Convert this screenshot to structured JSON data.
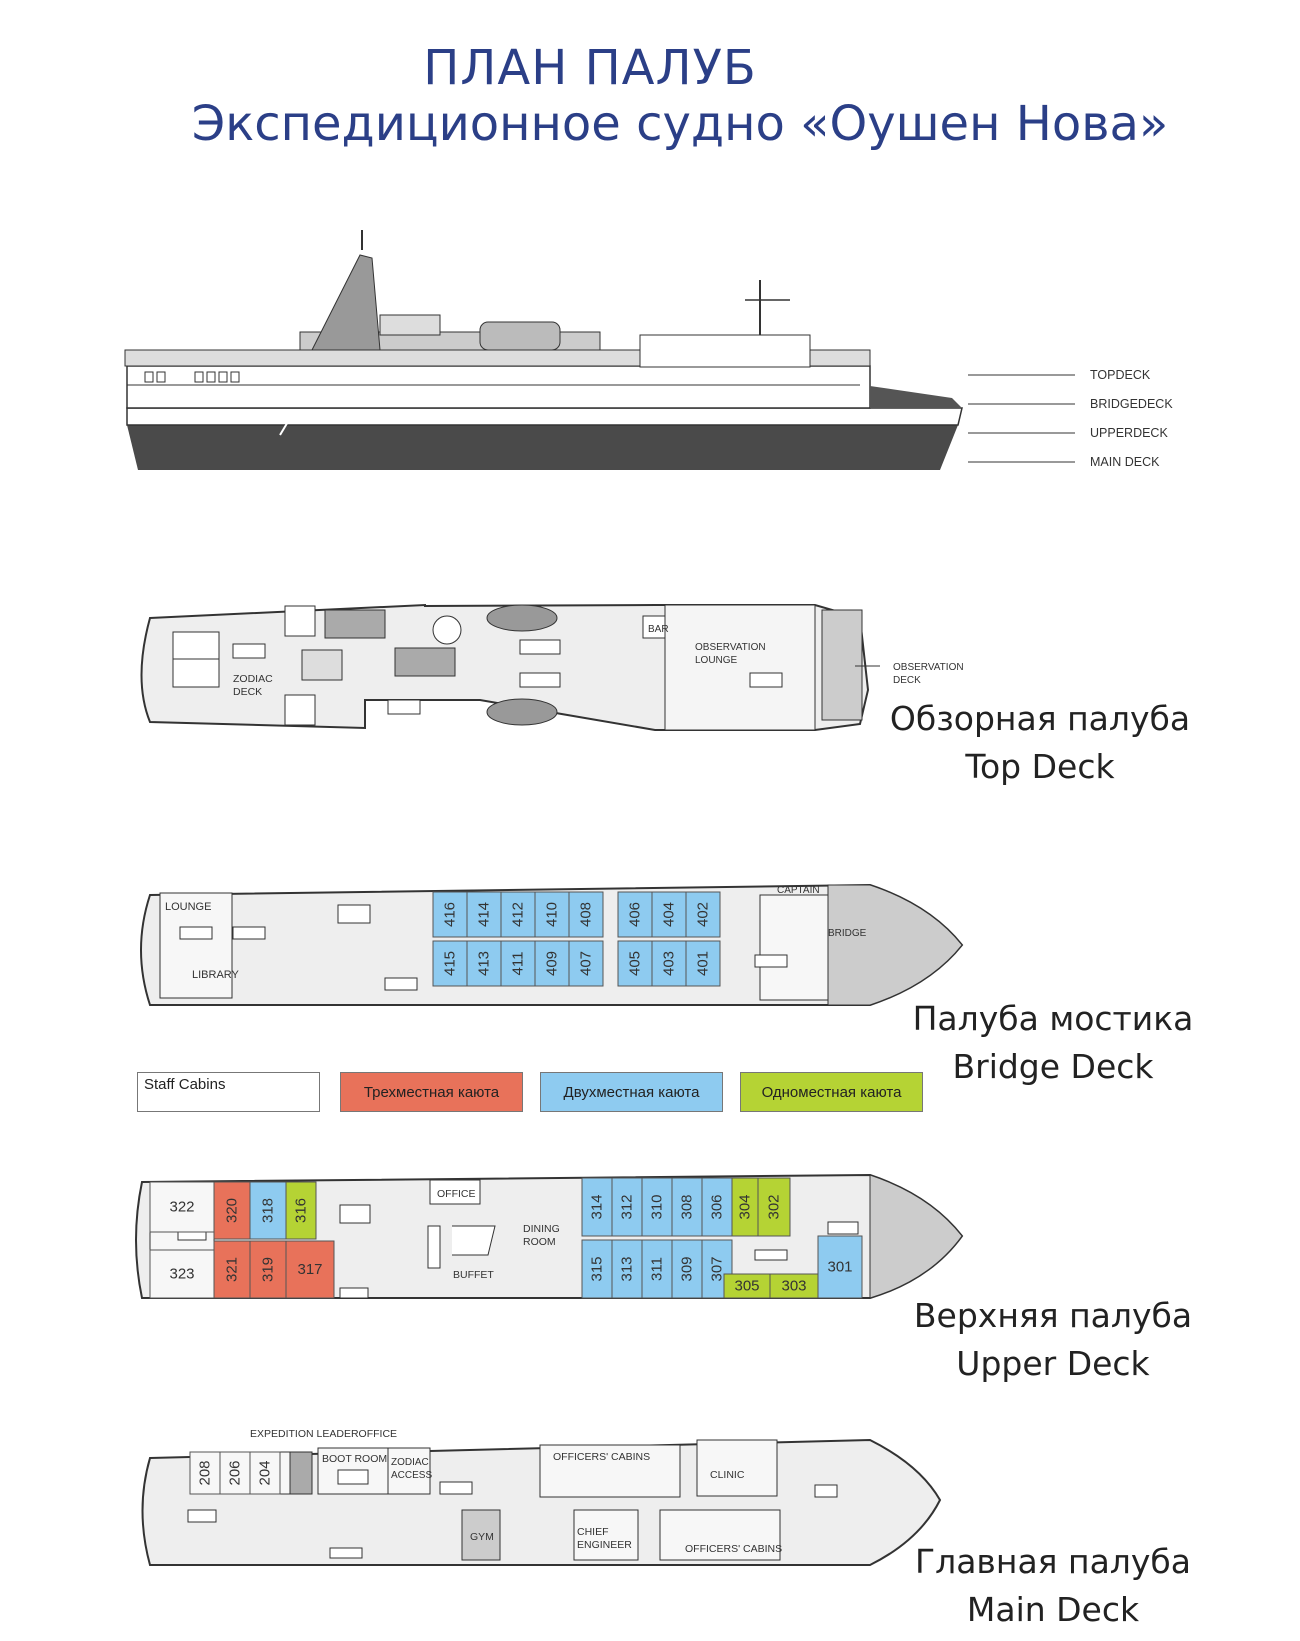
{
  "title": {
    "line1": "ПЛАН ПАЛУБ",
    "line2": "Экспедиционное судно «Оушен Нова»"
  },
  "profile": {
    "deck_labels": [
      "TOPDECK",
      "BRIDGEDECK",
      "UPPERDECK",
      "MAIN DECK"
    ]
  },
  "decks": {
    "top": {
      "name_ru": "Обзорная палуба",
      "name_en": "Top Deck",
      "labels": {
        "zodiac": "ZODIAC",
        "deck": "DECK",
        "bar": "BAR",
        "obs1": "OBSERVATION",
        "obs2": "LOUNGE",
        "obsdeck1": "OBSERVATION",
        "obsdeck2": "DECK"
      }
    },
    "bridge": {
      "name_ru": "Палуба мостика",
      "name_en": "Bridge Deck",
      "labels": {
        "lounge": "LOUNGE",
        "library": "LIBRARY",
        "captain": "CAPTAIN",
        "bridge": "BRIDGE"
      },
      "cabins_top": [
        "416",
        "414",
        "412",
        "410",
        "408",
        "406",
        "404",
        "402"
      ],
      "cabins_bottom": [
        "415",
        "413",
        "411",
        "409",
        "407",
        "405",
        "403",
        "401"
      ]
    },
    "upper": {
      "name_ru": "Верхняя палуба",
      "name_en": "Upper Deck",
      "labels": {
        "office": "OFFICE",
        "dining1": "DINING",
        "dining2": "ROOM",
        "buffet": "BUFFET"
      },
      "cabins": {
        "c322": "322",
        "c320": "320",
        "c318": "318",
        "c316": "316",
        "c323": "323",
        "c321": "321",
        "c319": "319",
        "c317": "317",
        "top_blue": [
          "314",
          "312",
          "310",
          "308",
          "306"
        ],
        "bottom_blue": [
          "315",
          "313",
          "311",
          "309",
          "307"
        ],
        "c304": "304",
        "c302": "302",
        "c305": "305",
        "c303": "303",
        "c301": "301"
      }
    },
    "main": {
      "name_ru": "Главная палуба",
      "name_en": "Main Deck",
      "labels": {
        "expedition": "EXPEDITION LEADEROFFICE",
        "boot": "BOOT ROOM",
        "zodiac1": "ZODIAC",
        "zodiac2": "ACCESS",
        "officers1": "OFFICERS' CABINS",
        "clinic": "CLINIC",
        "gym": "GYM",
        "chief1": "CHIEF",
        "chief2": "ENGINEER",
        "officers2": "OFFICERS' CABINS"
      },
      "cabins": [
        "208",
        "206",
        "204"
      ]
    }
  },
  "legend": {
    "staff": "Staff Cabins",
    "triple": "Трехместная каюта",
    "double": "Двухместная каюта",
    "single": "Одноместная каюта"
  },
  "colors": {
    "title": "#2b3f87",
    "triple": "#e8725a",
    "double": "#8ecbf0",
    "single": "#b5d334",
    "deck_fill": "#eeeeee",
    "dark_fill": "#a9a9a9"
  }
}
